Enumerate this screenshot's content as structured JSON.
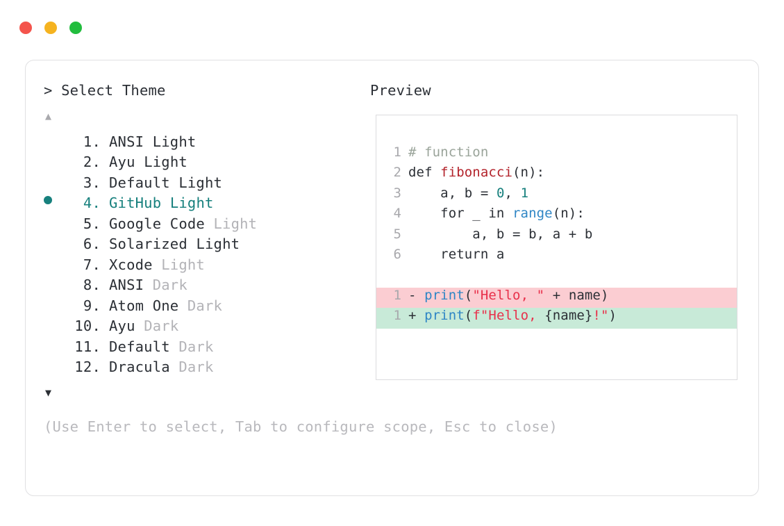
{
  "window": {
    "dots": [
      {
        "name": "close",
        "color": "#f4544c"
      },
      {
        "name": "minimize",
        "color": "#f5b320"
      },
      {
        "name": "maximize",
        "color": "#22bd3e"
      }
    ]
  },
  "prompt": {
    "title": "> Select Theme",
    "scroll_up_icon": "▲",
    "scroll_down_icon": "▼"
  },
  "preview": {
    "title": "Preview"
  },
  "help": {
    "text": "(Use Enter to select, Tab to configure scope, Esc to close)"
  },
  "selection": {
    "selected_index": 4,
    "accent_color": "#17807d",
    "bullet_icon": "●"
  },
  "themes": [
    {
      "number": "1.",
      "name": "ANSI",
      "variant": "Light",
      "variant_muted": false,
      "selected": false
    },
    {
      "number": "2.",
      "name": "Ayu",
      "variant": "Light",
      "variant_muted": false,
      "selected": false
    },
    {
      "number": "3.",
      "name": "Default",
      "variant": "Light",
      "variant_muted": false,
      "selected": false
    },
    {
      "number": "4.",
      "name": "GitHub",
      "variant": "Light",
      "variant_muted": false,
      "selected": true
    },
    {
      "number": "5.",
      "name": "Google Code",
      "variant": "Light",
      "variant_muted": true,
      "selected": false
    },
    {
      "number": "6.",
      "name": "Solarized",
      "variant": "Light",
      "variant_muted": false,
      "selected": false
    },
    {
      "number": "7.",
      "name": "Xcode",
      "variant": "Light",
      "variant_muted": true,
      "selected": false
    },
    {
      "number": "8.",
      "name": "ANSI",
      "variant": "Dark",
      "variant_muted": true,
      "selected": false
    },
    {
      "number": "9.",
      "name": "Atom One",
      "variant": "Dark",
      "variant_muted": true,
      "selected": false
    },
    {
      "number": "10.",
      "name": "Ayu",
      "variant": "Dark",
      "variant_muted": true,
      "selected": false
    },
    {
      "number": "11.",
      "name": "Default",
      "variant": "Dark",
      "variant_muted": true,
      "selected": false
    },
    {
      "number": "12.",
      "name": "Dracula",
      "variant": "Dark",
      "variant_muted": true,
      "selected": false
    }
  ],
  "code": {
    "lines": [
      {
        "n": "1",
        "tokens": [
          {
            "t": "# function",
            "c": "tok-comment"
          }
        ]
      },
      {
        "n": "2",
        "tokens": [
          {
            "t": "def ",
            "c": "tok-kw"
          },
          {
            "t": "fibonacci",
            "c": "tok-fn"
          },
          {
            "t": "(n):",
            "c": "tok-plain"
          }
        ]
      },
      {
        "n": "3",
        "tokens": [
          {
            "t": "    a, b = ",
            "c": "tok-plain"
          },
          {
            "t": "0",
            "c": "tok-num"
          },
          {
            "t": ", ",
            "c": "tok-plain"
          },
          {
            "t": "1",
            "c": "tok-num"
          }
        ]
      },
      {
        "n": "4",
        "tokens": [
          {
            "t": "    for _ in ",
            "c": "tok-plain"
          },
          {
            "t": "range",
            "c": "tok-builtin"
          },
          {
            "t": "(n):",
            "c": "tok-plain"
          }
        ]
      },
      {
        "n": "5",
        "tokens": [
          {
            "t": "        a, b = b, a + b",
            "c": "tok-plain"
          }
        ]
      },
      {
        "n": "6",
        "tokens": [
          {
            "t": "    return a",
            "c": "tok-plain"
          }
        ]
      }
    ],
    "diff": [
      {
        "n": "1",
        "marker": "-",
        "kind": "del",
        "tokens": [
          {
            "t": "print",
            "c": "tok-print"
          },
          {
            "t": "(",
            "c": "tok-plain"
          },
          {
            "t": "\"Hello, \"",
            "c": "tok-str"
          },
          {
            "t": " + name)",
            "c": "tok-plain"
          }
        ]
      },
      {
        "n": "1",
        "marker": "+",
        "kind": "add",
        "tokens": [
          {
            "t": "print",
            "c": "tok-print"
          },
          {
            "t": "(",
            "c": "tok-plain"
          },
          {
            "t": "f\"Hello, ",
            "c": "tok-str"
          },
          {
            "t": "{name}",
            "c": "tok-plain"
          },
          {
            "t": "!\"",
            "c": "tok-str"
          },
          {
            "t": ")",
            "c": "tok-plain"
          }
        ]
      }
    ]
  }
}
